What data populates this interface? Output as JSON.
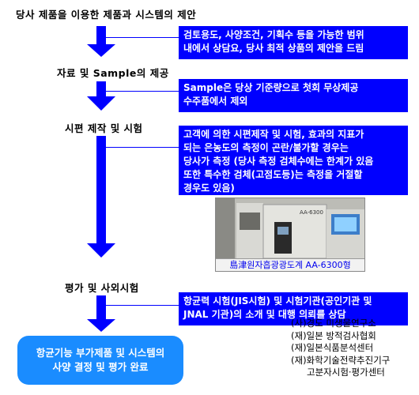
{
  "steps": {
    "s1": "당사 제품을 이용한 제품과 시스템의 제안",
    "s2": "자료 및 Sample의 제공",
    "s3": "시편 제작 및 시험",
    "s4": "평가 및 사외시험"
  },
  "notes": {
    "n1": [
      "검토용도, 사양조건, 기획수 등을 가능한 범위",
      "내에서 상담요, 당사 최적 상품의 제안을 드림"
    ],
    "n2": [
      "Sample은 당상 기준량으로 첫회 무상제공",
      "수주품에서 제외"
    ],
    "n3": [
      "고객에 의한 시편제작 및 시험, 효과의 지표가",
      "되는 은농도의 측정이 곤란/불가할 경우는",
      "당사가 측정 (당사 측정 검체수에는 한계가 있음",
      "또한 특수한 검체(고점도등)는 측정을 거절할",
      "경우도 있음)"
    ],
    "n4": [
      "항균력 시험(JIS시험) 및 시험기관(공인기관 및",
      "JNAL 기관)의 소개 및 대행 의뢰를 상담"
    ]
  },
  "photo": {
    "caption": "島津원자흡광광도계 AA-6300형",
    "device_label": "AA-6300"
  },
  "final": [
    "항균기능 부가제품 및 시스템의",
    "사양 결정 및 평가 완료"
  ],
  "orgs": [
    "(사)경도 미생물연구소",
    "(재)일본 방적검사협회",
    "(재)일본식품분석센터",
    "(재)화학기술전략추진기구",
    "고분자시험·평가센터"
  ],
  "colors": {
    "arrow": "#0000ff",
    "box": "#0000ff",
    "final": "#1a8cff",
    "text": "#000000"
  }
}
